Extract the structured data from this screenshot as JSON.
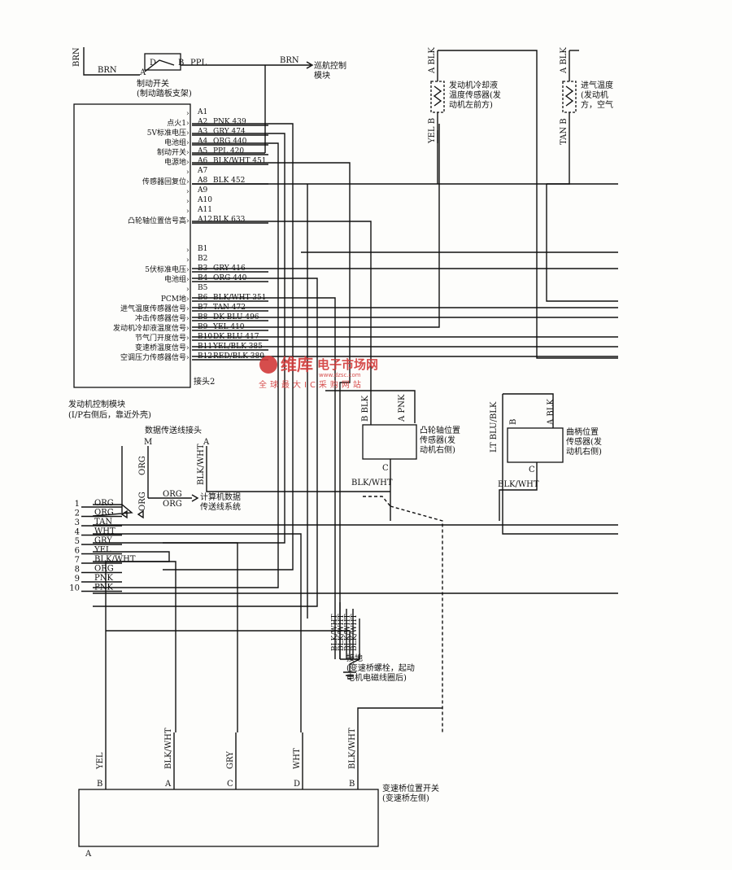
{
  "header": {
    "brn_left": "BRN",
    "brn_mid": "BRN",
    "brn_right": "BRN",
    "cruise_module": "巡航控制\n模块",
    "brake_switch": "制动开关\n(制动踏板支架)",
    "switch_d": "D",
    "switch_a": "A",
    "switch_b": "B",
    "ppl": "PPL"
  },
  "pcm": {
    "caption": "发动机控制模块\n(I/P右侧后，靠近外壳)",
    "connector_label": "接头2",
    "pins_a": [
      {
        "pin": "A1",
        "wire": "",
        "label": ""
      },
      {
        "pin": "A2",
        "wire": "PNK  439",
        "label": "点火1"
      },
      {
        "pin": "A3",
        "wire": "GRY  474",
        "label": "5V标准电压"
      },
      {
        "pin": "A4",
        "wire": "ORG  440",
        "label": "电池组"
      },
      {
        "pin": "A5",
        "wire": "PPL  420",
        "label": "制动开关"
      },
      {
        "pin": "A6",
        "wire": "BLK/WHT  451",
        "label": "电源地"
      },
      {
        "pin": "A7",
        "wire": "",
        "label": ""
      },
      {
        "pin": "A8",
        "wire": "BLK  452",
        "label": "传感器回复位"
      },
      {
        "pin": "A9",
        "wire": "",
        "label": ""
      },
      {
        "pin": "A10",
        "wire": "",
        "label": ""
      },
      {
        "pin": "A11",
        "wire": "",
        "label": ""
      },
      {
        "pin": "A12",
        "wire": "BLK  633",
        "label": "凸轮轴位置信号高"
      }
    ],
    "pins_b": [
      {
        "pin": "B1",
        "wire": "",
        "label": ""
      },
      {
        "pin": "B2",
        "wire": "",
        "label": ""
      },
      {
        "pin": "B3",
        "wire": "GRY  416",
        "label": "5伏标准电压"
      },
      {
        "pin": "B4",
        "wire": "ORG  440",
        "label": "电池组"
      },
      {
        "pin": "B5",
        "wire": "",
        "label": ""
      },
      {
        "pin": "B6",
        "wire": "BLK/WHT  351",
        "label": "PCM地"
      },
      {
        "pin": "B7",
        "wire": "TAN  472",
        "label": "进气温度传感器信号"
      },
      {
        "pin": "B8",
        "wire": "DK  BLU  496",
        "label": "冲击传感器信号"
      },
      {
        "pin": "B9",
        "wire": "YEL  410",
        "label": "发动机冷却液温度信号"
      },
      {
        "pin": "B10",
        "wire": "DK  BLU  417",
        "label": "节气门开度信号"
      },
      {
        "pin": "B11",
        "wire": "YEL/BLK  385",
        "label": "变速桥温度信号"
      },
      {
        "pin": "B12",
        "wire": "RED/BLK  380",
        "label": "空调压力传感器信号"
      }
    ]
  },
  "sensors": {
    "coolant": {
      "name": "发动机冷却液\n温度传感器(发\n动机左前方)",
      "top": "A  BLK",
      "bottom": "YEL  B"
    },
    "intake": {
      "name": "进气温度\n(发动机\n方，空气",
      "top": "A  BLK",
      "bottom": "TAN  B"
    },
    "cam": {
      "name": "凸轮轴位置\n传感器(发\n动机右侧)",
      "pin_b": "B  BLK",
      "pin_a": "A  PNK",
      "pin_c": "C"
    },
    "crank": {
      "name": "曲柄位置\n传感器(发\n动机右侧)",
      "pin_b": "LT BLU/BLK",
      "pin_a": "A  BLK",
      "pin_b_letter": "B",
      "pin_c": "C"
    }
  },
  "dlc": {
    "title": "数据传送线接头",
    "pin_m": "M",
    "pin_a": "A",
    "wire_m": "ORG",
    "wire_a": "BLK/WHT",
    "wire_mid": "ORG",
    "dest_wire1": "ORG",
    "dest_wire2": "ORG",
    "dest": "计算机数据\n传送线系统"
  },
  "cam_wire": "BLK/WHT",
  "crank_wire": "BLK/WHT",
  "harness": [
    {
      "num": "1",
      "color": "ORG"
    },
    {
      "num": "2",
      "color": "ORG"
    },
    {
      "num": "3",
      "color": "TAN"
    },
    {
      "num": "4",
      "color": "WHT"
    },
    {
      "num": "5",
      "color": "GRY"
    },
    {
      "num": "6",
      "color": "YEL"
    },
    {
      "num": "7",
      "color": "BLK/WHT"
    },
    {
      "num": "8",
      "color": "ORG"
    },
    {
      "num": "9",
      "color": "PNK"
    },
    {
      "num": "10",
      "color": "PNK"
    }
  ],
  "ground": {
    "wires": [
      "BLK/WHT",
      "BLK/WHT",
      "BLK/WHT",
      "BLK/WHT"
    ],
    "label": "接地\n(变速桥螺栓，起动\n电机电磁线圈后)"
  },
  "trans_switch": {
    "name": "变速桥位置开关\n(变速桥左侧)",
    "corner": "A",
    "pins": [
      {
        "letter": "B",
        "wire": "YEL"
      },
      {
        "letter": "A",
        "wire": "BLK/WHT"
      },
      {
        "letter": "C",
        "wire": "GRY"
      },
      {
        "letter": "D",
        "wire": "WHT"
      },
      {
        "letter": "B",
        "wire": "BLK/WHT"
      }
    ]
  },
  "watermark": {
    "brand": "维库",
    "site": "电子市场网",
    "url": "www.dzsc.com",
    "slogan": "全球最大IC采购网站"
  },
  "colors": {
    "ink": "#111111",
    "watermark": "#d23a3a"
  }
}
